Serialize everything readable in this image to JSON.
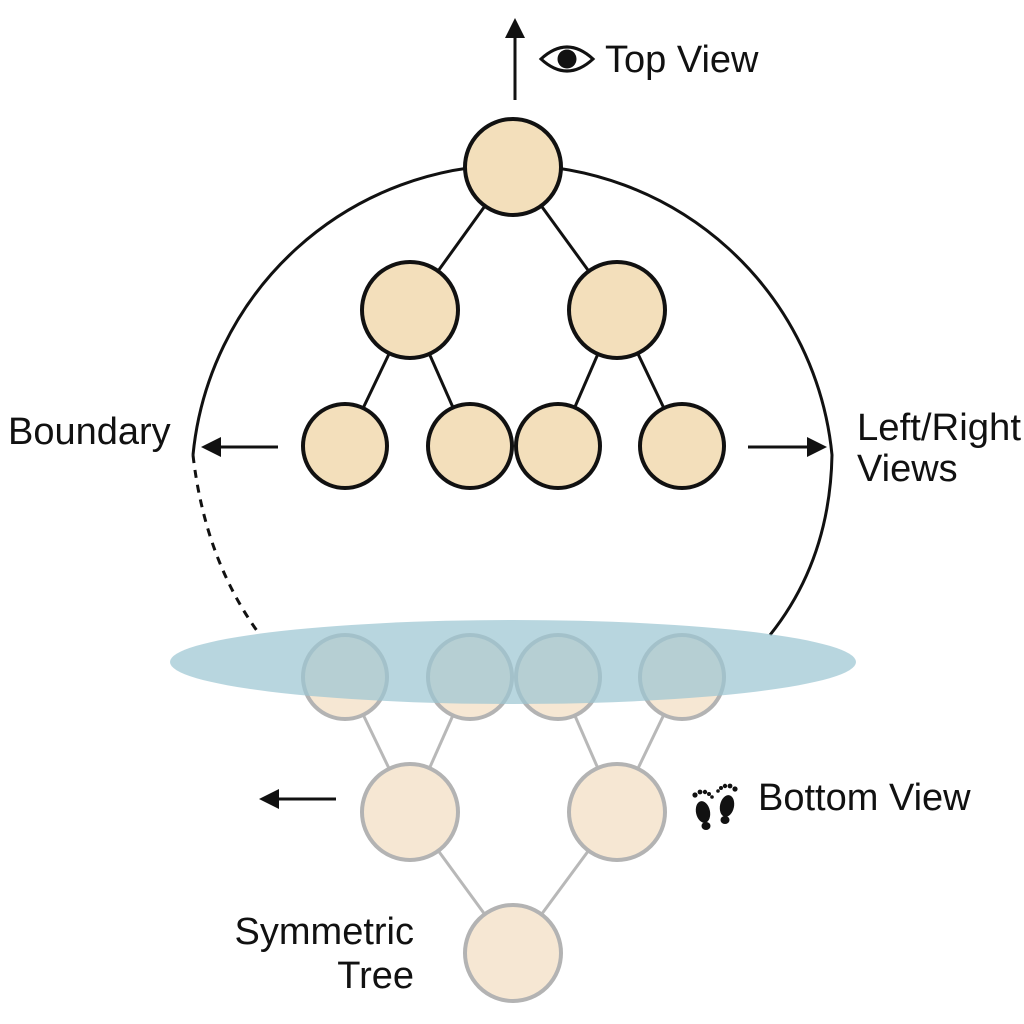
{
  "labels": {
    "top_view": "Top View",
    "boundary": "Boundary",
    "left_right_line1": "Left/Right",
    "left_right_line2": "Views",
    "bottom_view": "Bottom View",
    "symmetric_line1": "Symmetric",
    "symmetric_line2": "Tree"
  },
  "icons": {
    "top_view": "eye-icon",
    "bottom_view": "footprints-icon"
  },
  "colors": {
    "node_fill": "#f3dfbb",
    "node_faded_fill": "#f6e7d3",
    "mirror_plane": "#9cc6d3",
    "stroke": "#111111",
    "faded_stroke": "#b3b3b3"
  }
}
